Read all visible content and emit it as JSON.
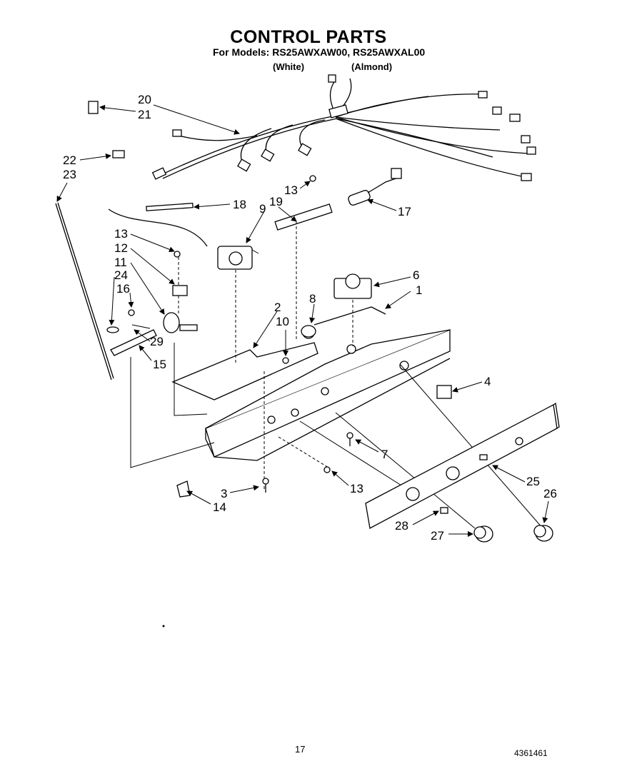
{
  "title": "CONTROL PARTS",
  "models_line": "For Models: RS25AWXAW00, RS25AWXAL00",
  "variants": {
    "white": "(White)",
    "almond": "(Almond)"
  },
  "callouts": {
    "c20": "20",
    "c21": "21",
    "c22": "22",
    "c23": "23",
    "c18": "18",
    "c19": "19",
    "c9": "9",
    "c13a": "13",
    "c17": "17",
    "c13b": "13",
    "c12": "12",
    "c11": "11",
    "c24": "24",
    "c16": "16",
    "c29": "29",
    "c15": "15",
    "c6": "6",
    "c1": "1",
    "c8": "8",
    "c2": "2",
    "c10": "10",
    "c4": "4",
    "c7": "7",
    "c13c": "13",
    "c3": "3",
    "c14": "14",
    "c25": "25",
    "c26": "26",
    "c28": "28",
    "c27": "27"
  },
  "page_number": "17",
  "document_number": "4361461"
}
